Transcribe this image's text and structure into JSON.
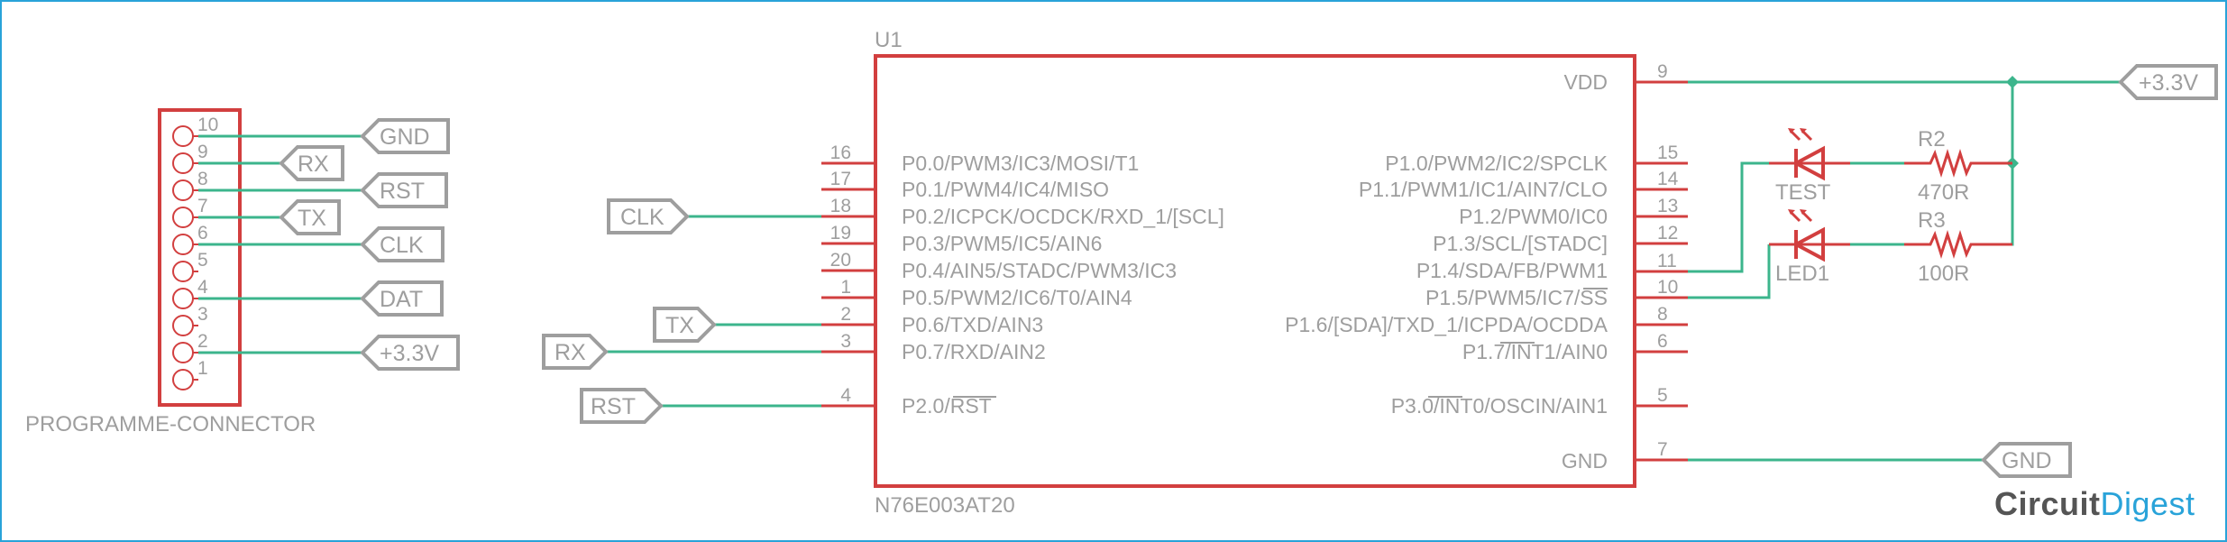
{
  "colors": {
    "wire": "#3cb58c",
    "part": "#d23f3f",
    "label": "#9e9e9e",
    "frame": "#29a3d9"
  },
  "connector": {
    "name": "PROGRAMME-CONNECTOR",
    "pins": [
      "10",
      "9",
      "8",
      "7",
      "6",
      "5",
      "4",
      "3",
      "2",
      "1"
    ],
    "nets": [
      {
        "pin": "10",
        "label": "GND"
      },
      {
        "pin": "9",
        "label": "RX"
      },
      {
        "pin": "8",
        "label": "RST"
      },
      {
        "pin": "7",
        "label": "TX"
      },
      {
        "pin": "6",
        "label": "CLK"
      },
      {
        "pin": "4",
        "label": "DAT"
      },
      {
        "pin": "2",
        "label": "+3.3V"
      }
    ]
  },
  "chip": {
    "ref": "U1",
    "part": "N76E003AT20",
    "left_pins": [
      {
        "num": "16",
        "name": "P0.0/PWM3/IC3/MOSI/T1"
      },
      {
        "num": "17",
        "name": "P0.1/PWM4/IC4/MISO"
      },
      {
        "num": "18",
        "name": "P0.2/ICPCK/OCDCK/RXD_1/[SCL]"
      },
      {
        "num": "19",
        "name": "P0.3/PWM5/IC5/AIN6"
      },
      {
        "num": "20",
        "name": "P0.4/AIN5/STADC/PWM3/IC3"
      },
      {
        "num": "1",
        "name": "P0.5/PWM2/IC6/T0/AIN4"
      },
      {
        "num": "2",
        "name": "P0.6/TXD/AIN3"
      },
      {
        "num": "3",
        "name": "P0.7/RXD/AIN2"
      },
      {
        "num": "4",
        "name": "P2.0/RST"
      }
    ],
    "right_pins": [
      {
        "num": "9",
        "name": "VDD"
      },
      {
        "num": "15",
        "name": "P1.0/PWM2/IC2/SPCLK"
      },
      {
        "num": "14",
        "name": "P1.1/PWM1/IC1/AIN7/CLO"
      },
      {
        "num": "13",
        "name": "P1.2/PWM0/IC0"
      },
      {
        "num": "12",
        "name": "P1.3/SCL/[STADC]"
      },
      {
        "num": "11",
        "name": "P1.4/SDA/FB/PWM1"
      },
      {
        "num": "10",
        "name": "P1.5/PWM5/IC7/SS"
      },
      {
        "num": "8",
        "name": "P1.6/[SDA]/TXD_1/ICPDA/OCDDA"
      },
      {
        "num": "6",
        "name": "P1.7/INT1/AIN0"
      },
      {
        "num": "5",
        "name": "P3.0/INT0/OSCIN/AIN1"
      },
      {
        "num": "7",
        "name": "GND"
      }
    ]
  },
  "chip_nets": {
    "clk": "CLK",
    "tx": "TX",
    "rx": "RX",
    "rst": "RST",
    "vdd": "+3.3V",
    "gnd": "GND"
  },
  "leds": [
    {
      "ref": "TEST"
    },
    {
      "ref": "LED1"
    }
  ],
  "resistors": [
    {
      "ref": "R2",
      "value": "470R"
    },
    {
      "ref": "R3",
      "value": "100R"
    }
  ],
  "logo": {
    "part1": "Circuit",
    "part2": "Digest"
  }
}
